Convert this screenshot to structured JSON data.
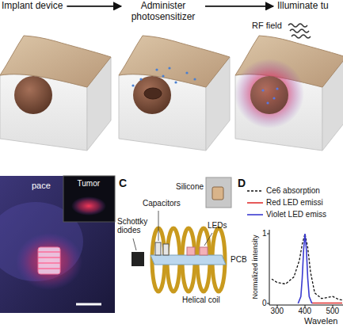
{
  "diagram": {
    "nodes": [
      {
        "text": [
          "Implant device"
        ]
      },
      {
        "text": [
          "Administer photosensitizer"
        ]
      },
      {
        "text": [
          "Illuminate tu"
        ]
      }
    ],
    "edges": [
      {
        "from": 0,
        "to": 1,
        "arrow": "to"
      },
      {
        "from": 1,
        "to": 2,
        "arrow": "to"
      }
    ],
    "labels": [
      "RF field",
      "pace",
      "Tumor",
      "C",
      "Silicone",
      "Capacitors",
      "Schottky diodes",
      "LEDs",
      "PCB",
      "Helical coil",
      "D",
      "1",
      "0",
      "300",
      "400",
      "500",
      "Normalized intensity",
      "Wavelen"
    ],
    "legend": [
      {
        "text": "Ce6 absorption"
      },
      {
        "text": "Red LED emissi"
      },
      {
        "text": "Violet LED emiss"
      }
    ]
  }
}
